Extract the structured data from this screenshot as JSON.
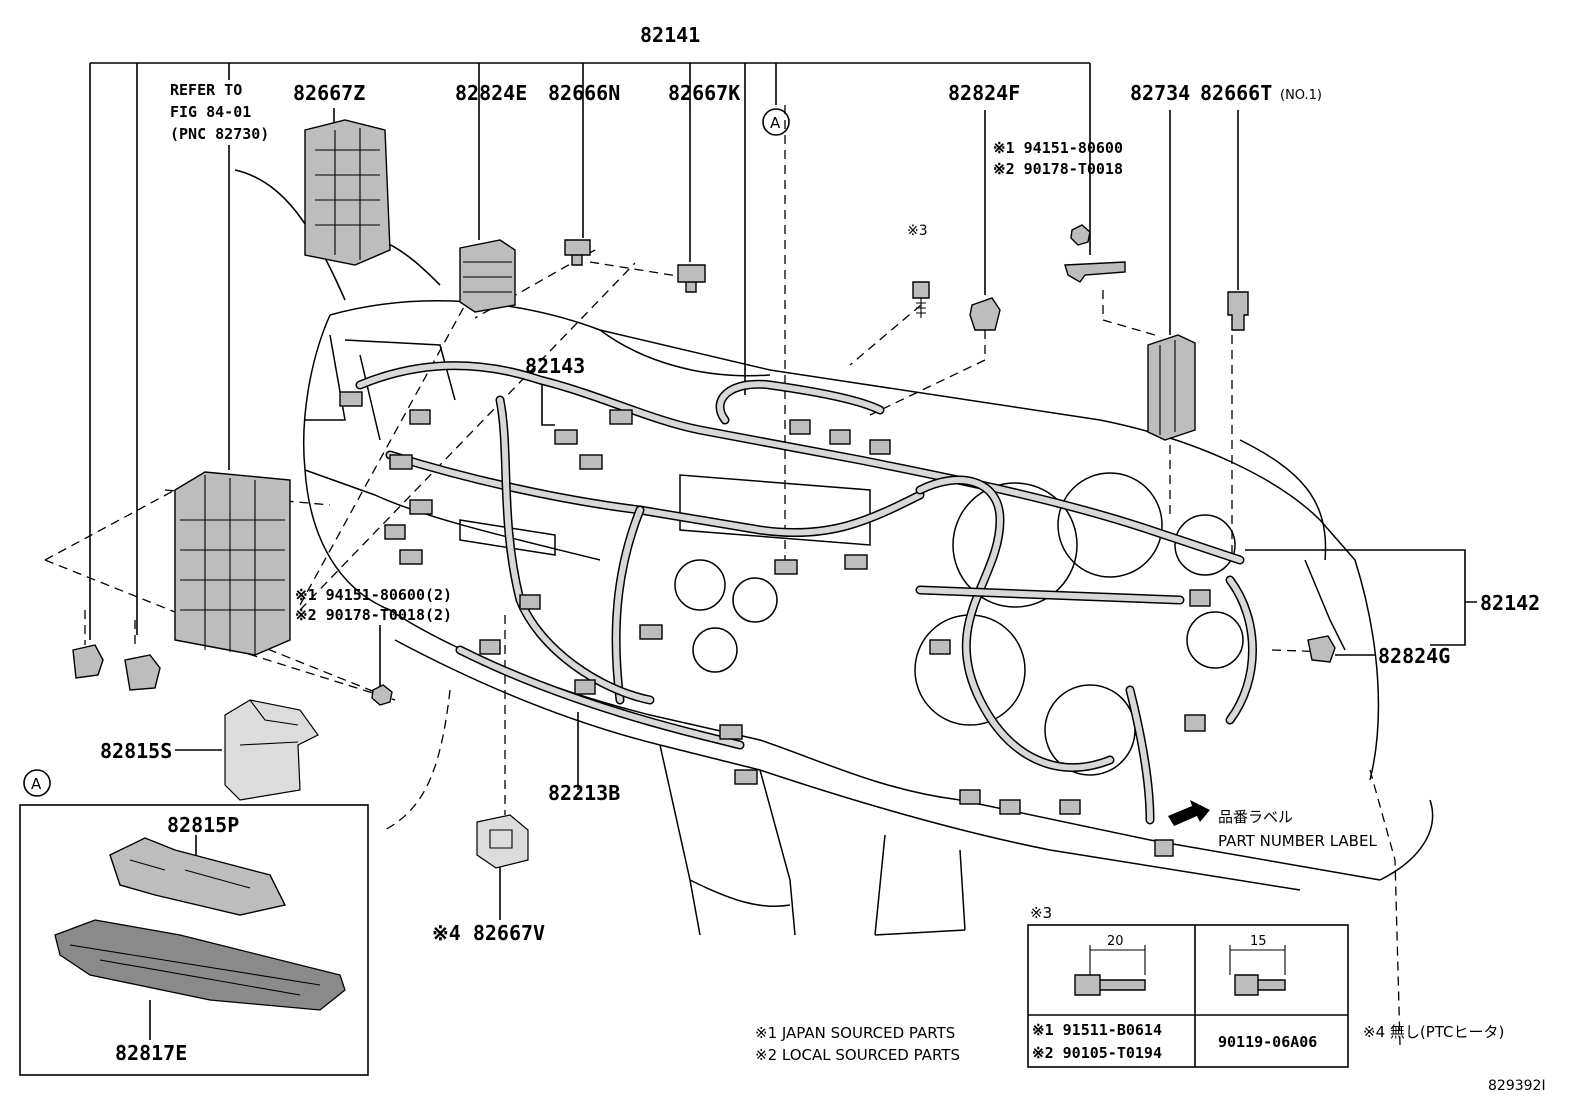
{
  "callouts": {
    "c82141": "82141",
    "c82667Z": "82667Z",
    "c82824E": "82824E",
    "c82666N": "82666N",
    "c82667K": "82667K",
    "c82824F": "82824F",
    "c82734": "82734",
    "c82666T": "82666T",
    "c82666T_note": "(NO.1)",
    "c82143": "82143",
    "c82142": "82142",
    "c82824G": "82824G",
    "c82815S": "82815S",
    "c82213B": "82213B",
    "c82667V": "※4 82667V",
    "c82815P": "82815P",
    "c82817E": "82817E"
  },
  "refer": {
    "line1": "REFER TO",
    "line2": "FIG 84-01",
    "line3": "(PNC 82730)"
  },
  "bolt_notes_right": {
    "n1": "※1 94151-80600",
    "n2": "※2 90178-T0018"
  },
  "bolt_notes_left": {
    "n1": "※1 94151-80600(2)",
    "n2": "※2 90178-T0018(2)"
  },
  "mark3": "※3",
  "detail_a": {
    "marker": "A",
    "inset_marker": "A"
  },
  "part_label": {
    "jp": "品番ラベル",
    "en": "PART NUMBER LABEL"
  },
  "legend": {
    "l1": "※1 JAPAN SOURCED PARTS",
    "l2": "※2 LOCAL SOURCED PARTS"
  },
  "table": {
    "title": "※3",
    "dim1": "20",
    "dim2": "15",
    "row1": "※1  91511-B0614",
    "row2": "※2  90105-T0194",
    "col2": "90119-06A06"
  },
  "note4": "※4 無し(PTCヒータ)",
  "figure_id": "829392I"
}
